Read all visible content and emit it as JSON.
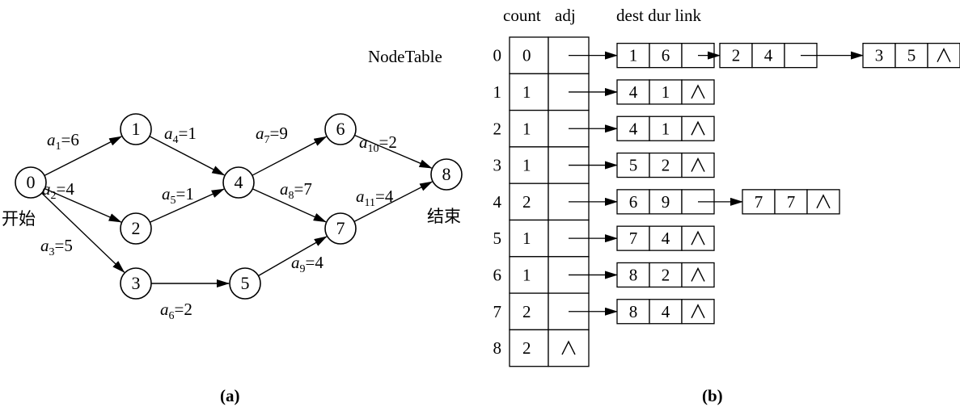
{
  "graph": {
    "nodes": [
      {
        "id": "0",
        "label": "0"
      },
      {
        "id": "1",
        "label": "1"
      },
      {
        "id": "2",
        "label": "2"
      },
      {
        "id": "3",
        "label": "3"
      },
      {
        "id": "4",
        "label": "4"
      },
      {
        "id": "5",
        "label": "5"
      },
      {
        "id": "6",
        "label": "6"
      },
      {
        "id": "7",
        "label": "7"
      },
      {
        "id": "8",
        "label": "8"
      }
    ],
    "edges": [
      {
        "from": "0",
        "to": "1",
        "name": "a",
        "sub": "1",
        "weight": "=6"
      },
      {
        "from": "0",
        "to": "2",
        "name": "a",
        "sub": "2",
        "weight": "=4"
      },
      {
        "from": "0",
        "to": "3",
        "name": "a",
        "sub": "3",
        "weight": "=5"
      },
      {
        "from": "1",
        "to": "4",
        "name": "a",
        "sub": "4",
        "weight": "=1"
      },
      {
        "from": "2",
        "to": "4",
        "name": "a",
        "sub": "5",
        "weight": "=1"
      },
      {
        "from": "3",
        "to": "5",
        "name": "a",
        "sub": "6",
        "weight": "=2"
      },
      {
        "from": "4",
        "to": "6",
        "name": "a",
        "sub": "7",
        "weight": "=9"
      },
      {
        "from": "4",
        "to": "7",
        "name": "a",
        "sub": "8",
        "weight": "=7"
      },
      {
        "from": "5",
        "to": "7",
        "name": "a",
        "sub": "9",
        "weight": "=4"
      },
      {
        "from": "6",
        "to": "8",
        "name": "a",
        "sub": "10",
        "weight": "=2"
      },
      {
        "from": "7",
        "to": "8",
        "name": "a",
        "sub": "11",
        "weight": "=4"
      }
    ],
    "start_label": "开始",
    "end_label": "结束"
  },
  "table": {
    "header_count": "count",
    "header_adj": "adj",
    "header_list": "dest dur link",
    "name": "NodeTable",
    "null_symbol": "∧",
    "rows": [
      {
        "index": "0",
        "count": "0",
        "list": [
          [
            "1",
            "6"
          ],
          [
            "2",
            "4"
          ],
          [
            "3",
            "5"
          ]
        ]
      },
      {
        "index": "1",
        "count": "1",
        "list": [
          [
            "4",
            "1"
          ]
        ]
      },
      {
        "index": "2",
        "count": "1",
        "list": [
          [
            "4",
            "1"
          ]
        ]
      },
      {
        "index": "3",
        "count": "1",
        "list": [
          [
            "5",
            "2"
          ]
        ]
      },
      {
        "index": "4",
        "count": "2",
        "list": [
          [
            "6",
            "9"
          ],
          [
            "7",
            "7"
          ]
        ]
      },
      {
        "index": "5",
        "count": "1",
        "list": [
          [
            "7",
            "4"
          ]
        ]
      },
      {
        "index": "6",
        "count": "1",
        "list": [
          [
            "8",
            "2"
          ]
        ]
      },
      {
        "index": "7",
        "count": "2",
        "list": [
          [
            "8",
            "4"
          ]
        ]
      },
      {
        "index": "8",
        "count": "2",
        "list": []
      }
    ]
  },
  "captions": {
    "left": "(a)",
    "right": "(b)"
  }
}
